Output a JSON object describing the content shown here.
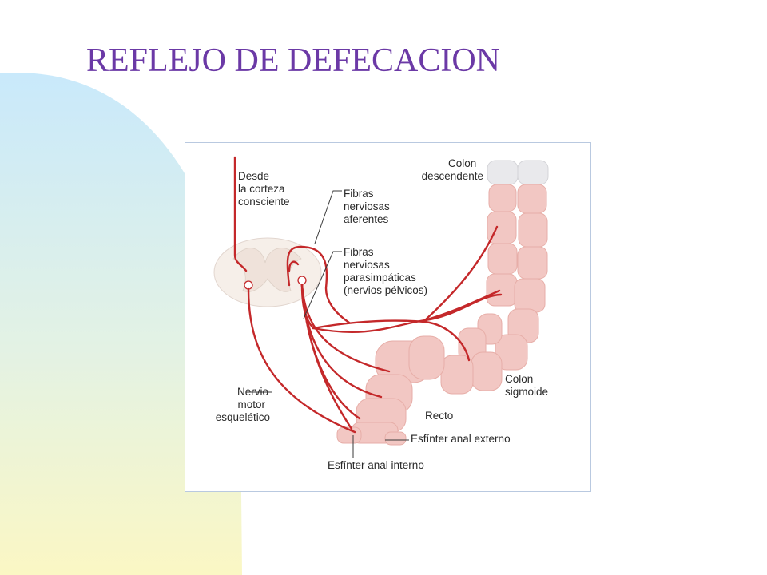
{
  "slide": {
    "title": "REFLEJO DE DEFECACION",
    "colors": {
      "title": "#6b39a6",
      "nerve": "#c4282a",
      "bowel": "#f2c7c3",
      "spinal_cord": "#f6efe9"
    }
  },
  "diagram": {
    "labels": {
      "cortex": [
        "Desde",
        "la corteza",
        "consciente"
      ],
      "afferent": [
        "Fibras",
        "nerviosas",
        "aferentes"
      ],
      "parasympathetic": [
        "Fibras",
        "nerviosas",
        "parasimpáticas",
        "(nervios pélvicos)"
      ],
      "descending_colon": [
        "Colon",
        "descendente"
      ],
      "sigmoid_colon": [
        "Colon",
        "sigmoide"
      ],
      "motor_nerve": [
        "Nervio",
        "motor",
        "esquelético"
      ],
      "rectum": "Recto",
      "external_sphincter": "Esfínter anal externo",
      "internal_sphincter": "Esfínter anal interno"
    }
  }
}
